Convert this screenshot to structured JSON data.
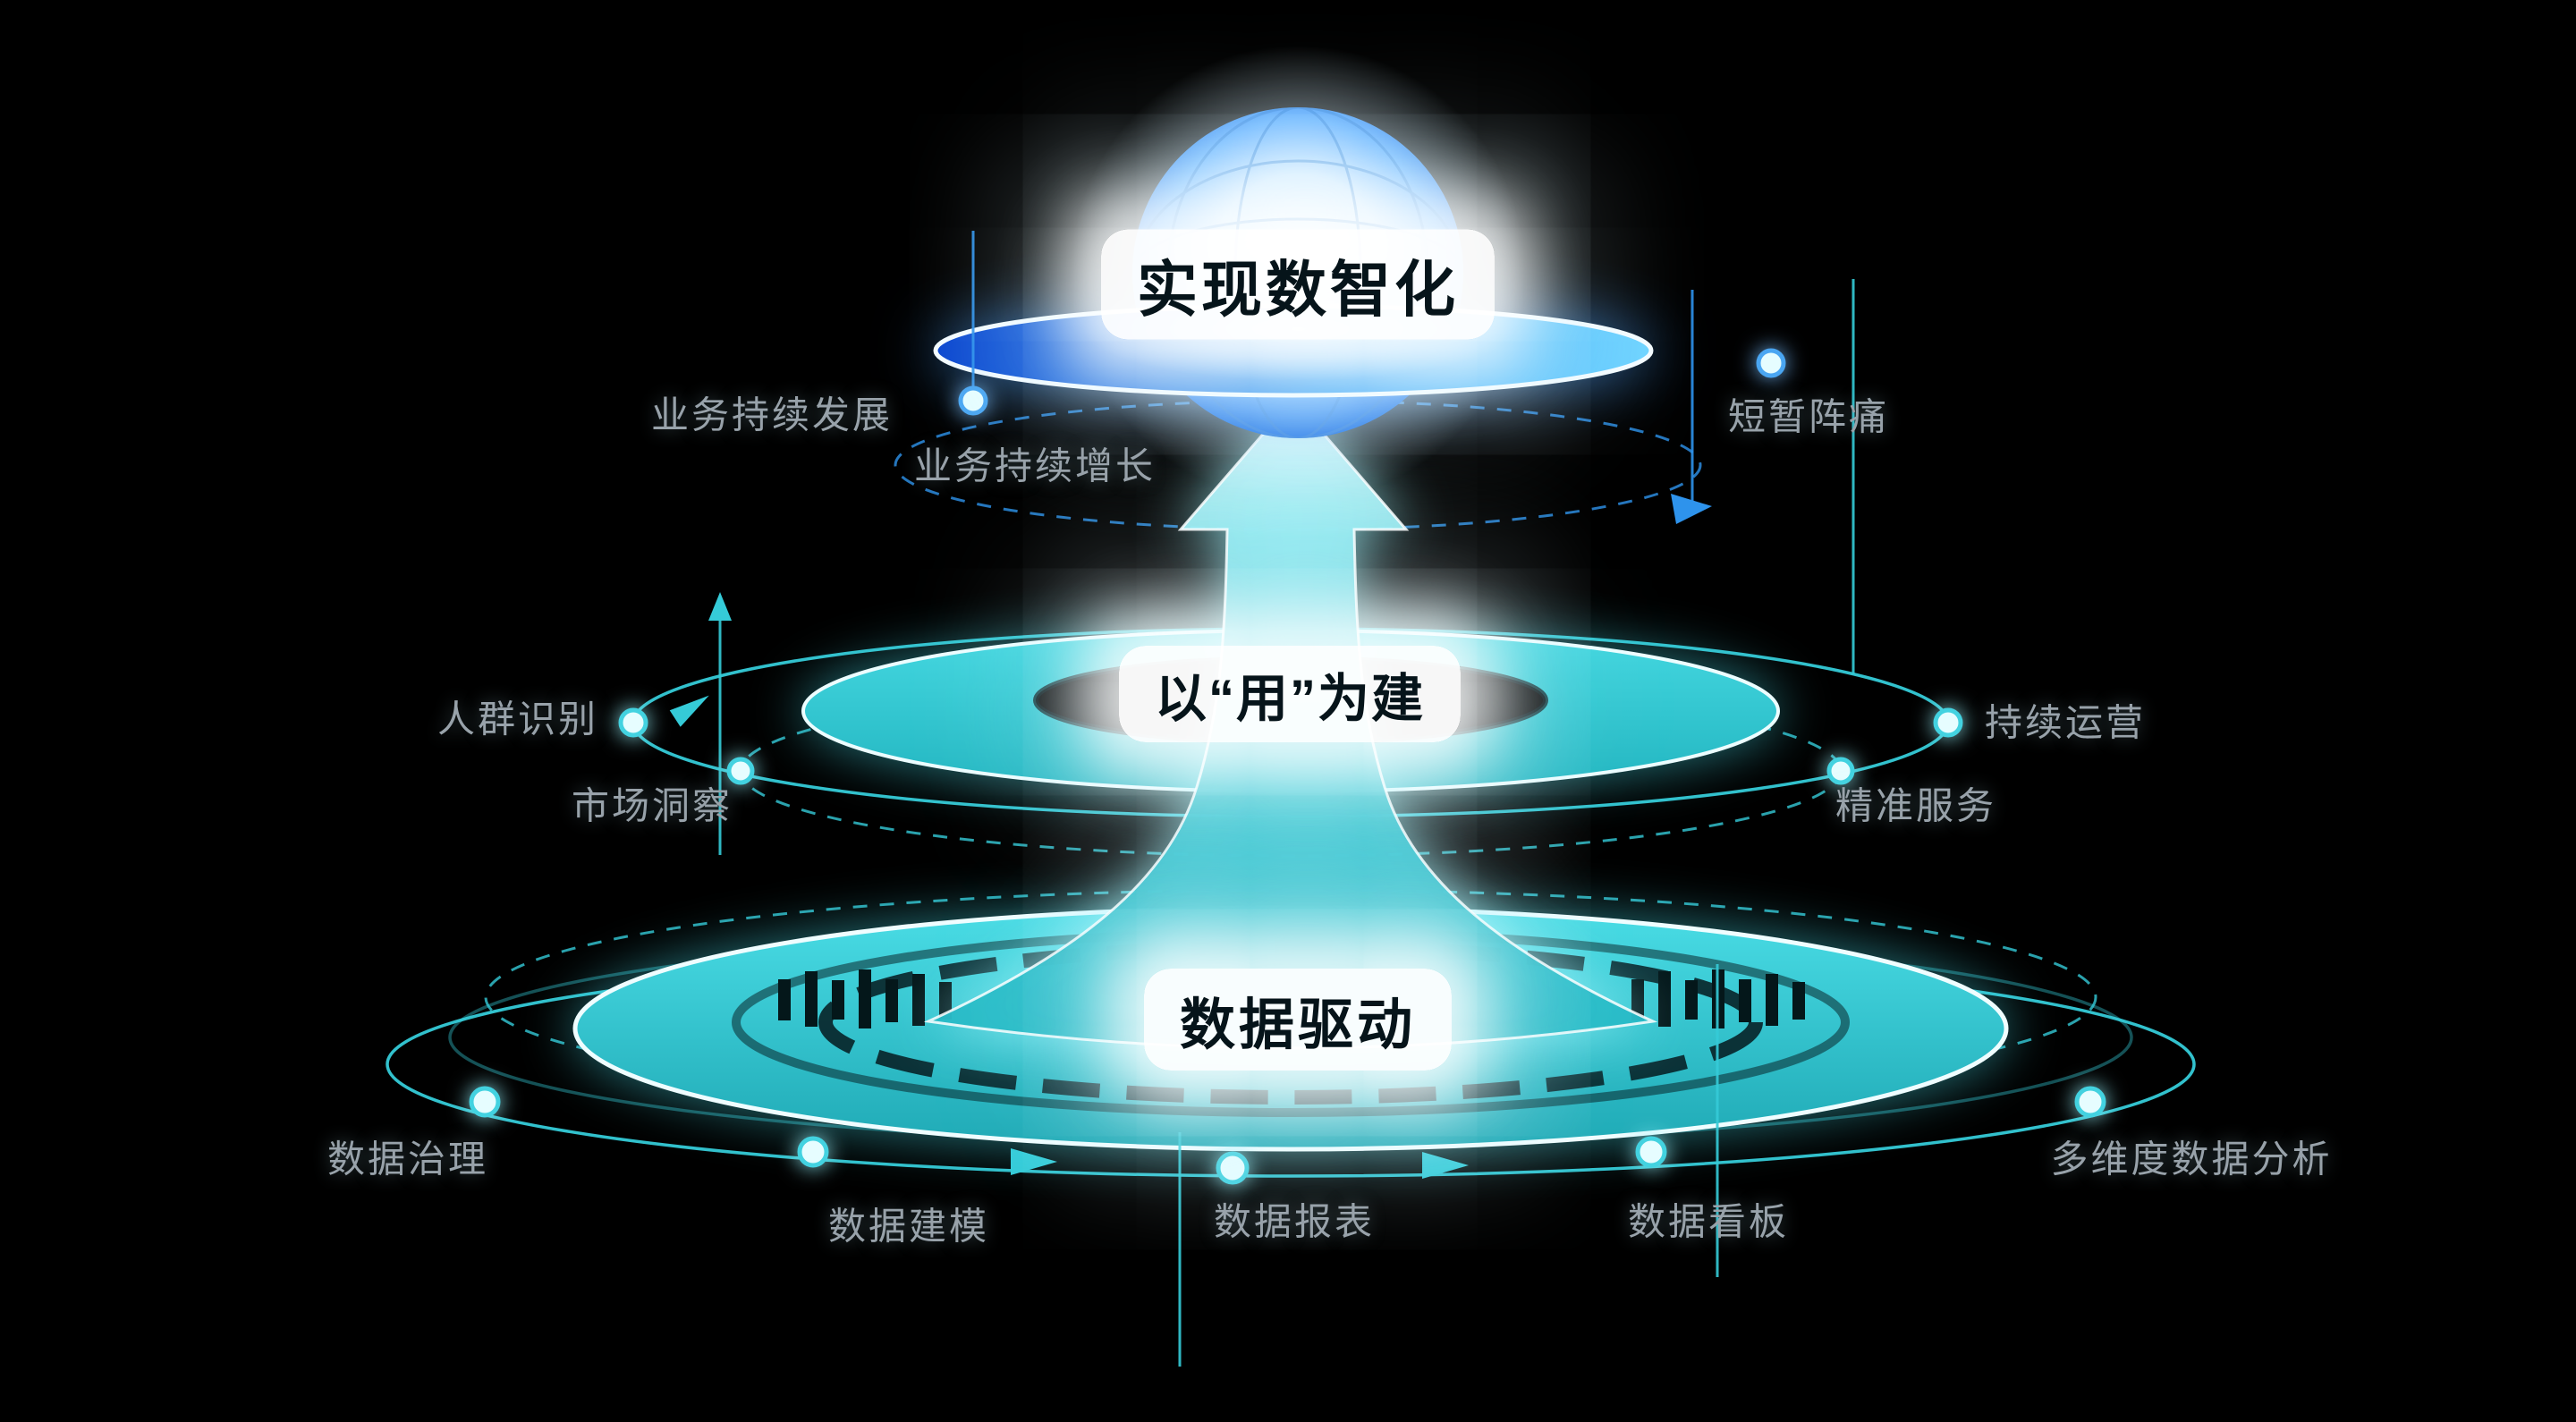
{
  "tiers": {
    "top": {
      "label": "实现数智化"
    },
    "middle": {
      "label": "以“用”为建"
    },
    "bottom": {
      "label": "数据驱动"
    }
  },
  "side_labels": {
    "biz_dev": "业务持续发展",
    "biz_growth": "业务持续增长",
    "short_pain": "短暂阵痛",
    "crowd_id": "人群识别",
    "market_insight": "市场洞察",
    "continuous_ops": "持续运营",
    "precise_service": "精准服务",
    "data_governance": "数据治理",
    "data_modeling": "数据建模",
    "data_report": "数据报表",
    "data_dashboard": "数据看板",
    "multi_dim_analysis": "多维度数据分析"
  },
  "colors": {
    "background": "#000000",
    "teal": "#35cbd8",
    "teal_deep": "#21b3be",
    "blue": "#2e93ec",
    "blue_deep": "#0b46cf",
    "label_gray": "#98a2aa",
    "tier_text": "#06141a"
  }
}
